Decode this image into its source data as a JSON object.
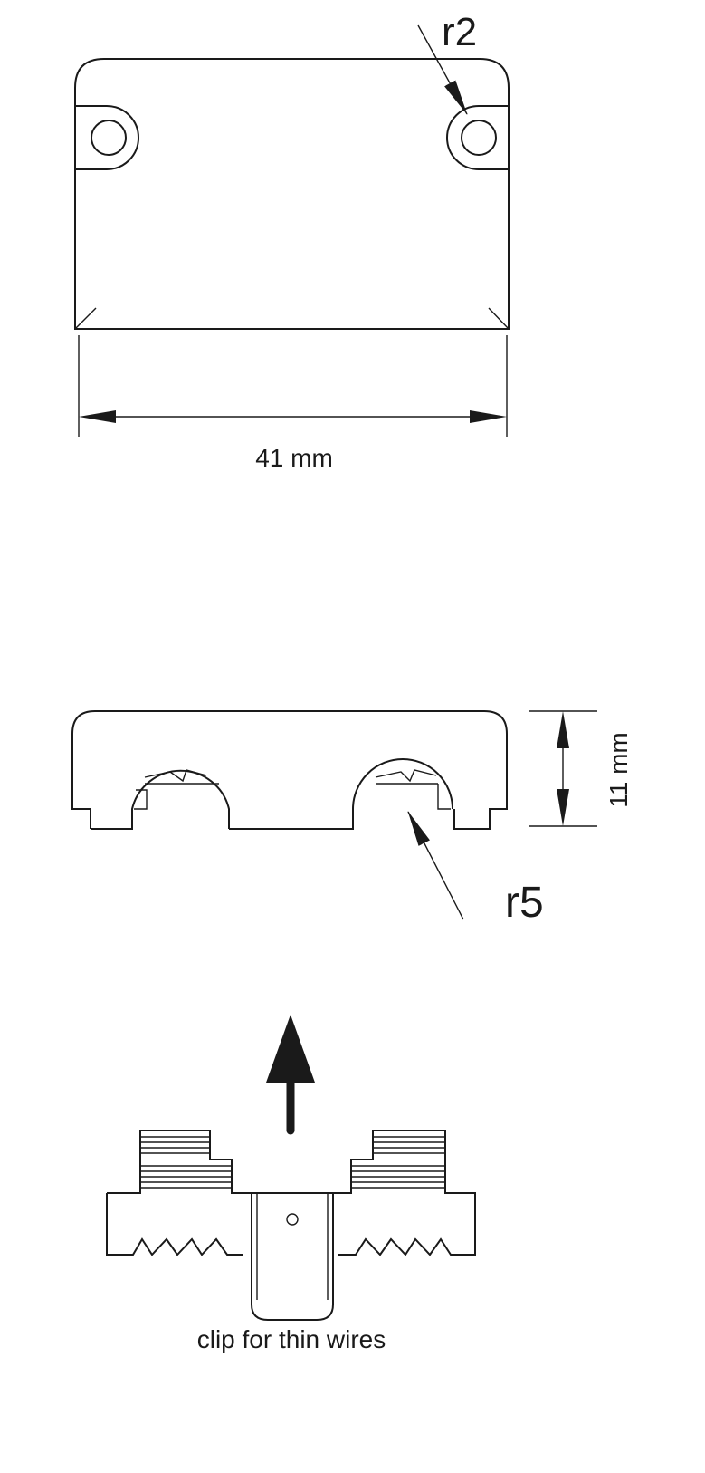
{
  "top_view": {
    "radius_label": "r2",
    "width_label": "41 mm"
  },
  "side_view": {
    "height_label": "11 mm",
    "radius_label": "r5"
  },
  "clip": {
    "caption": "clip for thin wires"
  },
  "colors": {
    "ink": "#1a1a1a",
    "background": "#ffffff"
  }
}
